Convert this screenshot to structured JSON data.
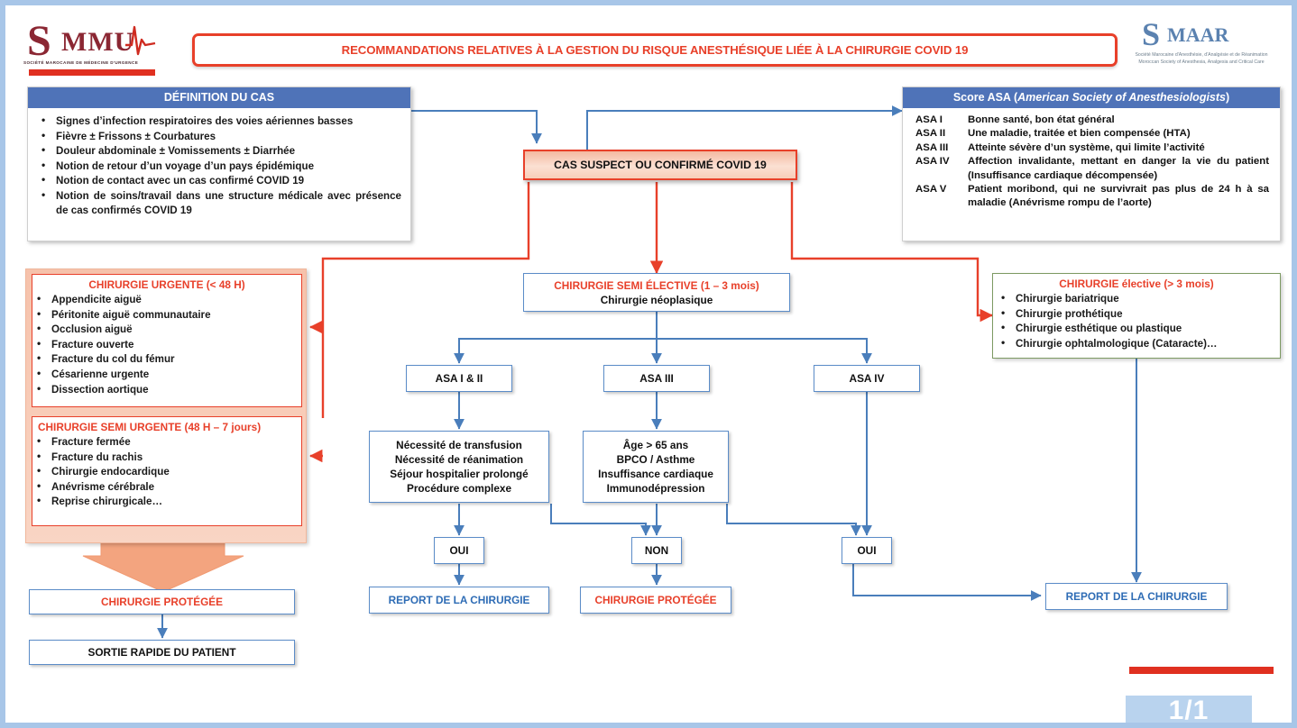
{
  "document": {
    "title": "RECOMMANDATIONS RELATIVES À LA GESTION DU RISQUE ANESTHÉSIQUE LIÉE À LA CHIRURGIE COVID 19",
    "page_label": "1/1"
  },
  "logo_left": {
    "name": "SMMU",
    "initial": "S",
    "wordmark": "MMU",
    "subtitle": "SOCIÉTÉ MAROCAINE DE MÉDECINE D'URGENCE"
  },
  "logo_right": {
    "name": "SMAAR",
    "initial": "S",
    "wordmark": "MAAR",
    "subtitle_fr": "Société Marocaine d'Anesthésie, d'Analgésie et de Réanimation",
    "subtitle_en": "Moroccan Society of Anesthesia, Analgesia and Critical Care"
  },
  "case_definition": {
    "header": "DÉFINITION DU CAS",
    "items": [
      "Signes d’infection respiratoires des voies aériennes basses",
      "Fièvre ± Frissons ± Courbatures",
      "Douleur abdominale ± Vomissements  ± Diarrhée",
      "Notion de retour d’un voyage d’un pays épidémique",
      "Notion de contact avec un cas confirmé COVID 19",
      "Notion de soins/travail dans une structure médicale avec présence de cas confirmés COVID 19"
    ]
  },
  "asa_score": {
    "header_plain": "Score ASA (",
    "header_italic": "American Society of Anesthesiologists",
    "header_tail": ")",
    "rows": [
      {
        "code": "ASA I",
        "desc": "Bonne santé, bon état général"
      },
      {
        "code": "ASA II",
        "desc": "Une maladie, traitée et bien compensée (HTA)"
      },
      {
        "code": "ASA III",
        "desc": "Atteinte sévère d’un système, qui limite l’activité"
      },
      {
        "code": "ASA IV",
        "desc": "Affection invalidante, mettant en danger la vie du patient (Insuffisance cardiaque décompensée)"
      },
      {
        "code": "ASA V",
        "desc": "Patient moribond, qui ne survivrait pas plus de 24 h à sa maladie (Anévrisme rompu de l’aorte)"
      }
    ]
  },
  "case_node": {
    "label": "CAS SUSPECT OU CONFIRMÉ COVID 19"
  },
  "urgent_surgery": {
    "title": "CHIRURGIE URGENTE (< 48 H)",
    "items": [
      "Appendicite aiguë",
      "Péritonite aiguë communautaire",
      "Occlusion aiguë",
      "Fracture ouverte",
      "Fracture du col du fémur",
      "Césarienne urgente",
      "Dissection aortique"
    ]
  },
  "semi_urgent_surgery": {
    "title": "CHIRURGIE SEMI URGENTE (48 H – 7 jours)",
    "items": [
      "Fracture fermée",
      "Fracture du rachis",
      "Chirurgie endocardique",
      "Anévrisme cérébrale",
      "Reprise chirurgicale…"
    ]
  },
  "semi_elective_surgery": {
    "title": "CHIRURGIE SEMI ÉLECTIVE (1 – 3 mois)",
    "subtitle": "Chirurgie néoplasique"
  },
  "elective_surgery": {
    "title": "CHIRURGIE élective (> 3 mois)",
    "items": [
      "Chirurgie bariatrique",
      "Chirurgie prothétique",
      "Chirurgie esthétique ou plastique",
      "Chirurgie ophtalmologique (Cataracte)…"
    ]
  },
  "branches": [
    {
      "label": "ASA I & II"
    },
    {
      "label": "ASA III"
    },
    {
      "label": "ASA IV"
    }
  ],
  "criteria_left": {
    "lines": [
      "Nécessité de transfusion",
      "Nécessité de réanimation",
      "Séjour hospitalier prolongé",
      "Procédure complexe"
    ]
  },
  "criteria_middle": {
    "lines": [
      "Âge > 65 ans",
      "BPCO / Asthme",
      "Insuffisance cardiaque",
      "Immunodépression"
    ]
  },
  "decisions": {
    "left": "OUI",
    "middle": "NON",
    "right": "OUI"
  },
  "outcomes": {
    "left_bottom_protected": "CHIRURGIE PROTÉGÉE",
    "left_bottom_discharge": "SORTIE RAPIDE DU PATIENT",
    "center_left_report": "REPORT DE LA CHIRURGIE",
    "center_protected": "CHIRURGIE PROTÉGÉE",
    "right_report": "REPORT DE LA CHIRURGIE"
  },
  "colors": {
    "red": "#e8402a",
    "blue": "#4f73b8",
    "connector_blue": "#5b8cc8",
    "green_border": "#7d9a63",
    "peach": "#f6c2ab",
    "text_blue": "#2e6cb5"
  }
}
